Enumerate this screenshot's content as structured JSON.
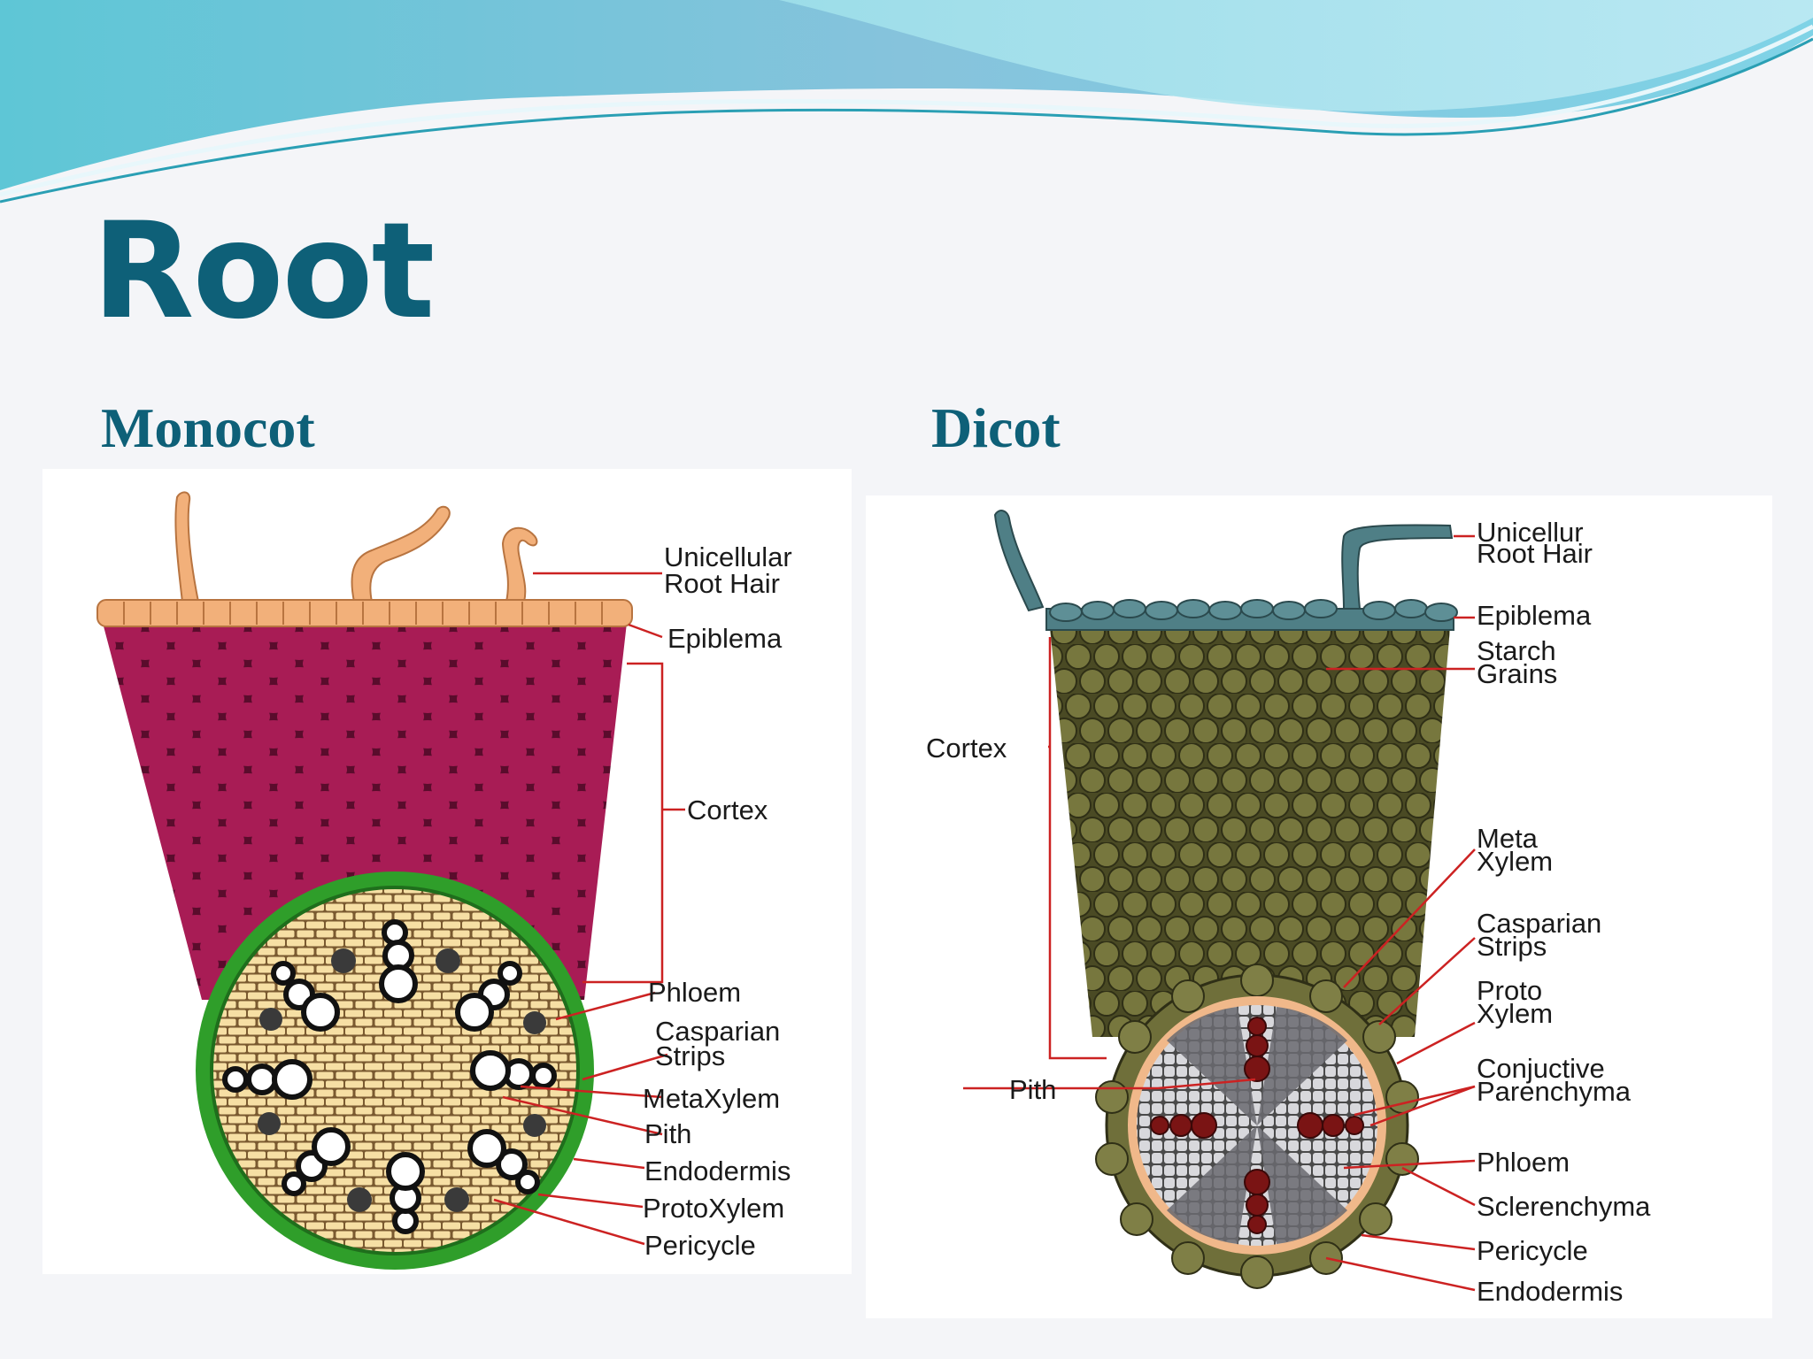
{
  "slide": {
    "title": "Root"
  },
  "columns": [
    {
      "heading": "Monocot"
    },
    {
      "heading": "Dicot"
    }
  ],
  "monocot": {
    "labels": {
      "root_hair_1": "Unicellular",
      "root_hair_2": "Root Hair",
      "epiblema": "Epiblema",
      "cortex": "Cortex",
      "phloem": "Phloem",
      "casparian_1": "Casparian",
      "casparian_2": "Strips",
      "metaxylem": "MetaXylem",
      "pith": "Pith",
      "endodermis": "Endodermis",
      "protoxylem": "ProtoXylem",
      "pericycle": "Pericycle"
    }
  },
  "dicot": {
    "labels": {
      "root_hair_1": "Unicellur",
      "root_hair_2": "Root Hair",
      "epiblema": "Epiblema",
      "starch_1": "Starch",
      "starch_2": "Grains",
      "cortex": "Cortex",
      "meta_1": "Meta",
      "meta_2": "Xylem",
      "casparian_1": "Casparian",
      "casparian_2": "Strips",
      "proto_1": "Proto",
      "proto_2": "Xylem",
      "conj_1": "Conjuctive",
      "conj_2": "Parenchyma",
      "pith": "Pith",
      "phloem": "Phloem",
      "sclerenchyma": "Sclerenchyma",
      "pericycle": "Pericycle",
      "endodermis": "Endodermis"
    }
  },
  "colors": {
    "title": "#0e6078",
    "monocot_cortex": "#a01850",
    "monocot_epiblema": "#f2b07a",
    "monocot_endodermis": "#2f9e2a",
    "monocot_stele": "#f4dcA0",
    "dicot_cortex": "#6f6f3a",
    "dicot_epiblema": "#4f7f86",
    "dicot_pericycle": "#f0b88a",
    "leader_line": "#cc2222"
  }
}
